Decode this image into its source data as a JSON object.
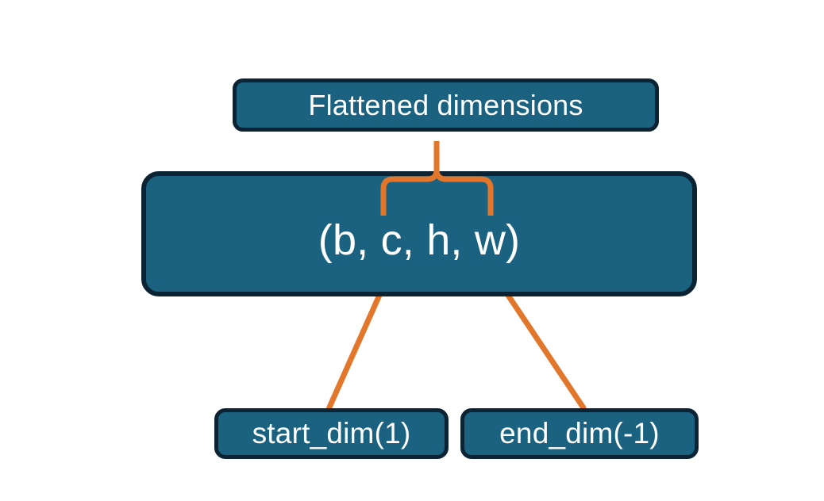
{
  "diagram": {
    "title_node": {
      "label": "Flattened dimensions",
      "name": "flattened-dimensions-box"
    },
    "shape_node": {
      "label": "(b, c, h, w)",
      "name": "tensor-shape-box"
    },
    "start_node": {
      "label": "start_dim(1)",
      "name": "start-dim-box"
    },
    "end_node": {
      "label": "end_dim(-1)",
      "name": "end-dim-box"
    },
    "connectors": {
      "brace": "curly-brace-spanning-c-h-w",
      "arrow_start": "arrow-start-dim-to-c",
      "arrow_end": "arrow-end-dim-to-w"
    },
    "colors": {
      "box_fill": "#1B6280",
      "box_border": "#0C2334",
      "text": "#FFFFFF",
      "accent": "#E2762A",
      "background": "#FFFFFF"
    }
  }
}
